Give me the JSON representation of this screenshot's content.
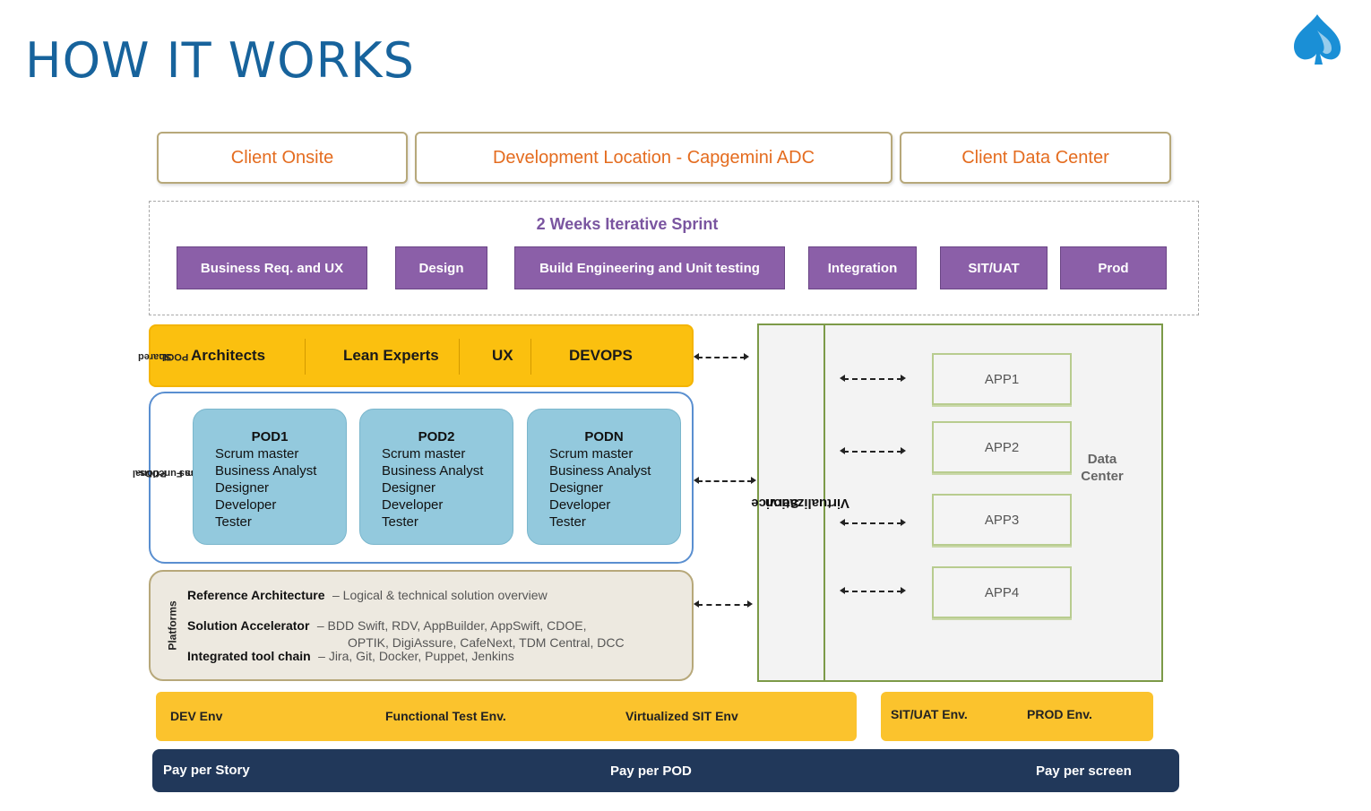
{
  "page": {
    "title": "HOW IT WORKS"
  },
  "locations": [
    "Client Onsite",
    "Development Location - Capgemini ADC",
    "Client Data Center"
  ],
  "sprint": {
    "title": "2 Weeks Iterative Sprint",
    "phases": [
      "Business Req. and UX",
      "Design",
      "Build Engineering and Unit testing",
      "Integration",
      "SIT/UAT",
      "Prod"
    ]
  },
  "shared_pool": {
    "side_label_line1": "Shared",
    "side_label_line2": "POOL",
    "items": [
      "Architects",
      "Lean Experts",
      "UX",
      "DEVOPS"
    ]
  },
  "pods": {
    "side_label_line1": "PODs-",
    "side_label_line2": "Cross Functional",
    "side_label_line3": "Teams",
    "items": [
      {
        "name": "POD1",
        "roles": [
          "Scrum master",
          "Business Analyst",
          "Designer",
          "Developer",
          "Tester"
        ]
      },
      {
        "name": "POD2",
        "roles": [
          "Scrum master",
          "Business Analyst",
          "Designer",
          "Developer",
          "Tester"
        ]
      },
      {
        "name": "PODN",
        "roles": [
          "Scrum master",
          "Business Analyst",
          "Designer",
          "Developer",
          "Tester"
        ]
      }
    ]
  },
  "platforms": {
    "side_label": "Platforms",
    "rows": [
      {
        "label": "Reference Architecture",
        "desc": "– Logical  & technical solution overview"
      },
      {
        "label": "Solution Accelerator",
        "desc": "–  BDD Swift, RDV, AppBuilder, AppSwift, CDOE,",
        "desc2": "OPTIK, DigiAssure, CafeNext, TDM Central, DCC"
      },
      {
        "label": "Integrated tool chain",
        "desc": "– Jira, Git, Docker, Puppet, Jenkins"
      }
    ]
  },
  "service_virtualization": {
    "line1": "Service",
    "line2": "Virtualization"
  },
  "data_center": {
    "apps": [
      "APP1",
      "APP2",
      "APP3",
      "APP4"
    ],
    "label_line1": "Data",
    "label_line2": "Center"
  },
  "environments": {
    "left": [
      "DEV Env",
      "Functional Test Env.",
      "Virtualized SIT Env"
    ],
    "right": [
      "SIT/UAT Env.",
      "PROD Env."
    ]
  },
  "payment": [
    "Pay per Story",
    "Pay per POD",
    "Pay per screen"
  ],
  "colors": {
    "title": "#17639c",
    "location_text": "#e46c1f",
    "phase": "#8b5fa8",
    "shared": "#fbc00f",
    "pod": "#93c9dd",
    "payment_bar": "#21385a"
  }
}
